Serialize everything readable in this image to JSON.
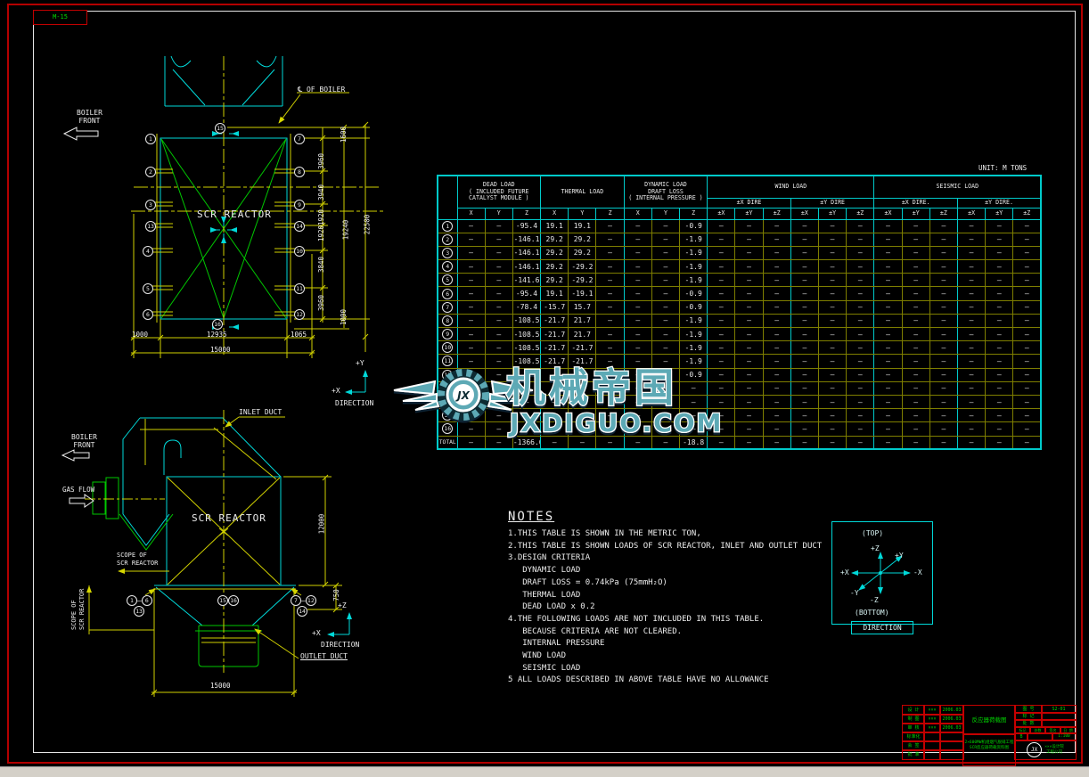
{
  "page": {
    "tag": "M-15"
  },
  "watermark": {
    "brand": "机械帝国",
    "domain": "JXDIGUO.COM",
    "monogram": "JX",
    "color": "#5da9b5"
  },
  "plan": {
    "title": "SCR REACTOR",
    "boiler_front": "BOILER\nFRONT",
    "cl_label": "℄ OF BOILER",
    "axis_up": "+Y",
    "axis_left": "+X",
    "direction": "DIRECTION",
    "markers_left": [
      "1",
      "2",
      "3",
      "13",
      "4",
      "5",
      "6"
    ],
    "markers_right": [
      "7",
      "8",
      "9",
      "14",
      "10",
      "11",
      "12"
    ],
    "marker_top": "15",
    "marker_bottom": "16",
    "dims_rotated": [
      "1600",
      "3960",
      "3940",
      "1920",
      "1920",
      "3840",
      "3960",
      "1000",
      "19240",
      "22500"
    ],
    "dims_bottom": [
      "1000",
      "12935",
      "1065",
      "15000"
    ]
  },
  "elev": {
    "title": "SCR REACTOR",
    "boiler_front": "BOILER\nFRONT",
    "gas_flow": "GAS FLOW",
    "inlet": "INLET DUCT",
    "outlet": "OUTLET DUCT",
    "scope_h": "SCOPE OF\nSCR REACTOR",
    "scope_v": "SCOPE OF\nSCR REACTOR",
    "marker_range_left": {
      "from": "1",
      "to": "6"
    },
    "marker_13": "13",
    "markers_center": [
      "15",
      "16"
    ],
    "marker_range_right": {
      "from": "7",
      "to": "12"
    },
    "marker_14": "14",
    "dims_rotated": [
      "12000",
      "750"
    ],
    "dim_bottom": "15000",
    "axis_up": "+Z",
    "axis_left": "+X",
    "direction": "DIRECTION"
  },
  "table": {
    "unit": "UNIT: M TONS",
    "fill": "—",
    "total_label": "TOTAL",
    "groups": [
      {
        "title": "DEAD LOAD\n( INCLUDED FUTURE\nCATALYST MODULE )",
        "cols": [
          "X",
          "Y",
          "Z"
        ]
      },
      {
        "title": "THERMAL LOAD",
        "cols": [
          "X",
          "Y",
          "Z"
        ]
      },
      {
        "title": "DYNAMIC LOAD\nDRAFT LOSS\n( INTERNAL PRESSURE )",
        "cols": [
          "X",
          "Y",
          "Z"
        ]
      },
      {
        "title": "WIND LOAD",
        "subgroups": [
          {
            "title": "±X DIRE",
            "cols": [
              "±X",
              "±Y",
              "±Z"
            ]
          },
          {
            "title": "±Y DIRE",
            "cols": [
              "±X",
              "±Y",
              "±Z"
            ]
          }
        ]
      },
      {
        "title": "SEISMIC LOAD",
        "subgroups": [
          {
            "title": "±X DIRE.",
            "cols": [
              "±X",
              "±Y",
              "±Z"
            ]
          },
          {
            "title": "±Y DIRE.",
            "cols": [
              "±X",
              "±Y",
              "±Z"
            ]
          }
        ]
      }
    ],
    "rows": [
      {
        "n": "1",
        "cells": [
          "—",
          "—",
          "-95.4",
          "19.1",
          "19.1",
          "—",
          "—",
          "—",
          "-0.9"
        ]
      },
      {
        "n": "2",
        "cells": [
          "—",
          "—",
          "-146.1",
          "29.2",
          "29.2",
          "—",
          "—",
          "—",
          "-1.9"
        ]
      },
      {
        "n": "3",
        "cells": [
          "—",
          "—",
          "-146.1",
          "29.2",
          "29.2",
          "—",
          "—",
          "—",
          "-1.9"
        ]
      },
      {
        "n": "4",
        "cells": [
          "—",
          "—",
          "-146.1",
          "29.2",
          "-29.2",
          "—",
          "—",
          "—",
          "-1.9"
        ]
      },
      {
        "n": "5",
        "cells": [
          "—",
          "—",
          "-141.6",
          "29.2",
          "-29.2",
          "—",
          "—",
          "—",
          "-1.9"
        ]
      },
      {
        "n": "6",
        "cells": [
          "—",
          "—",
          "-95.4",
          "19.1",
          "-19.1",
          "—",
          "—",
          "—",
          "-0.9"
        ]
      },
      {
        "n": "7",
        "cells": [
          "—",
          "—",
          "-78.4",
          "-15.7",
          "15.7",
          "—",
          "—",
          "—",
          "-0.9"
        ]
      },
      {
        "n": "8",
        "cells": [
          "—",
          "—",
          "-108.5",
          "-21.7",
          "21.7",
          "—",
          "—",
          "—",
          "-1.9"
        ]
      },
      {
        "n": "9",
        "cells": [
          "—",
          "—",
          "-108.5",
          "-21.7",
          "21.7",
          "—",
          "—",
          "—",
          "-1.9"
        ]
      },
      {
        "n": "10",
        "cells": [
          "—",
          "—",
          "-108.5",
          "-21.7",
          "-21.7",
          "—",
          "—",
          "—",
          "-1.9"
        ]
      },
      {
        "n": "11",
        "cells": [
          "—",
          "—",
          "-108.5",
          "-21.7",
          "-21.7",
          "—",
          "—",
          "—",
          "-1.9"
        ]
      },
      {
        "n": "12",
        "cells": [
          "—",
          "—",
          "—",
          "—",
          "—",
          "—",
          "—",
          "—",
          "-0.9"
        ]
      },
      {
        "n": "13",
        "cells": [
          "—",
          "—",
          "—",
          "—",
          "—",
          "—",
          "—",
          "—",
          "—"
        ]
      },
      {
        "n": "14",
        "cells": [
          "—",
          "—",
          "—",
          "—",
          "—",
          "—",
          "—",
          "—",
          "—"
        ]
      },
      {
        "n": "15",
        "cells": [
          "—",
          "—",
          "—",
          "—",
          "—",
          "—",
          "—",
          "—",
          "—"
        ]
      },
      {
        "n": "16",
        "cells": [
          "—",
          "—",
          "—",
          "—",
          "—",
          "—",
          "—",
          "—",
          "—"
        ]
      }
    ],
    "total": [
      "—",
      "—",
      "-1366.0",
      "—",
      "—",
      "—",
      "—",
      "—",
      "-18.8"
    ]
  },
  "notes": {
    "title": "NOTES",
    "lines": [
      "1.THIS TABLE IS SHOWN IN THE METRIC TON,",
      "2.THIS TABLE IS SHOWN LOADS OF SCR REACTOR, INLET AND OUTLET DUCT",
      "3.DESIGN CRITERIA",
      "   DYNAMIC LOAD",
      "   DRAFT LOSS = 0.74kPa (75mmH₂O)",
      "   THERMAL LOAD",
      "   DEAD LOAD x 0.2",
      "4.THE FOLLOWING LOADS ARE NOT INCLUDED IN THIS TABLE.",
      "   BECAUSE CRITERIA ARE NOT CLEARED.",
      "   INTERNAL PRESSURE",
      "   WIND LOAD",
      "   SEISMIC LOAD",
      "5 ALL LOADS DESCRIBED IN ABOVE TABLE HAVE NO ALLOWANCE"
    ]
  },
  "dirbox": {
    "top": "(TOP)",
    "bottom": "(BOTTOM)",
    "label": "DIRECTION",
    "pz": "+Z",
    "py": "+Y",
    "px": "+X",
    "nx": "-X",
    "ny": "-Y",
    "nz": "-Z"
  },
  "titleblock": {
    "left_rows": [
      [
        "设 计",
        "×××",
        "2006.03"
      ],
      [
        "制 图",
        "×××",
        "2006.03"
      ],
      [
        "审 核",
        "×××",
        "2006.03"
      ],
      [
        "标准化",
        "",
        ""
      ],
      [
        "会 签",
        "",
        ""
      ],
      [
        "批 准",
        "",
        ""
      ]
    ],
    "title": "反应器荷载图",
    "subtitle": "2×600MW机组烟气脱硝工程\nSCR反应器荷载资料图",
    "right_rows": [
      [
        "图 号",
        "S2-01"
      ],
      [
        "标 记",
        ""
      ],
      [
        "处 数",
        ""
      ]
    ],
    "tiny_cells": [
      "标记",
      "处数",
      "签名",
      "日 期"
    ],
    "rev": "B",
    "scale": "1:100",
    "org": "×××设计院\n工程公司",
    "stamp": "JX"
  }
}
